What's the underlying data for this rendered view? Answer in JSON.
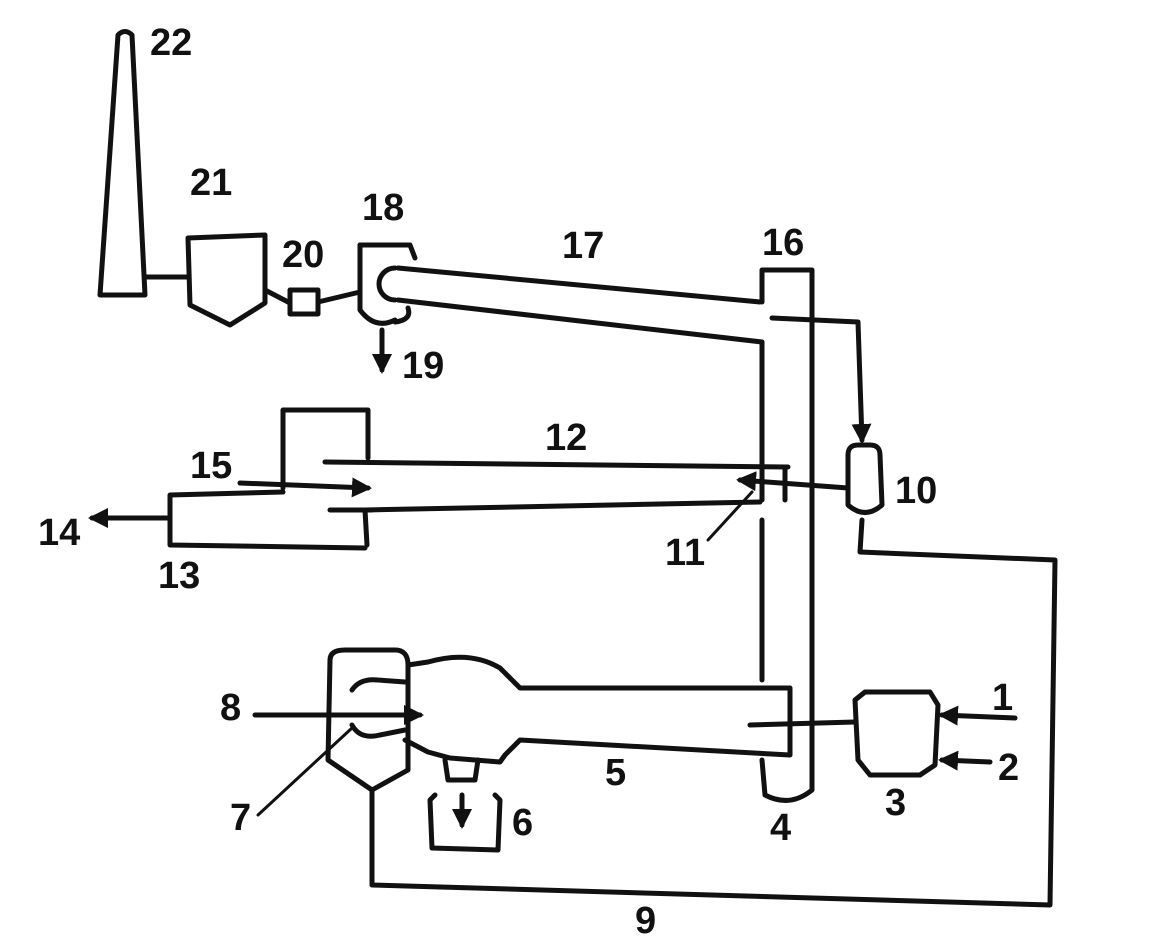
{
  "labels": {
    "n1": "1",
    "n2": "2",
    "n3": "3",
    "n4": "4",
    "n5": "5",
    "n6": "6",
    "n7": "7",
    "n8": "8",
    "n9": "9",
    "n10": "10",
    "n11": "11",
    "n12": "12",
    "n13": "13",
    "n14": "14",
    "n15": "15",
    "n16": "16",
    "n17": "17",
    "n18": "18",
    "n19": "19",
    "n20": "20",
    "n21": "21",
    "n22": "22"
  },
  "colors": {
    "ink": "#111111",
    "background": "#ffffff"
  }
}
